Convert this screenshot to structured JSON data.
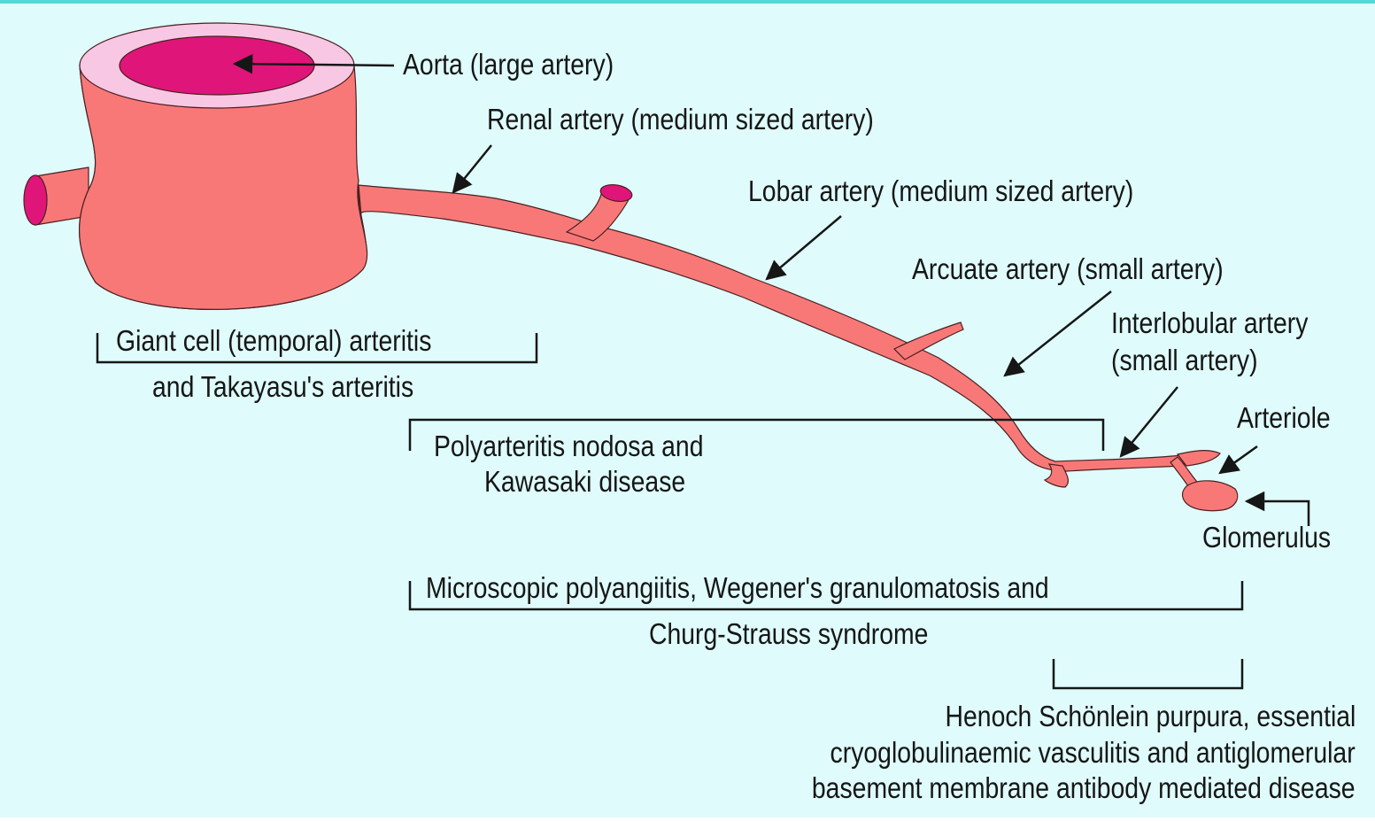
{
  "colors": {
    "background": "#dffbfb",
    "top_border": "#56d6d6",
    "vessel": "#f87878",
    "lumen": "#e0157a",
    "vessel_wall": "#f8c7e4",
    "ink": "#161616"
  },
  "vessels": {
    "aorta": "Aorta (large artery)",
    "renal": "Renal artery (medium sized artery)",
    "lobar": "Lobar artery (medium sized artery)",
    "arcuate": "Arcuate artery (small artery)",
    "interlobular_line1": "Interlobular artery",
    "interlobular_line2": "(small artery)",
    "arteriole": "Arteriole",
    "glomerulus": "Glomerulus"
  },
  "diseases": {
    "giant_cell_line1": "Giant cell (temporal) arteritis",
    "giant_cell_line2": "and Takayasu's arteritis",
    "polyarteritis_line1": "Polyarteritis nodosa and",
    "polyarteritis_line2": "Kawasaki disease",
    "microscopic_line1": "Microscopic polyangiitis, Wegener's granulomatosis and",
    "microscopic_line2": "Churg-Strauss syndrome",
    "henoch_line1": "Henoch Schönlein purpura, essential",
    "henoch_line2": "cryoglobulinaemic vasculitis and antiglomerular",
    "henoch_line3": "basement membrane antibody mediated disease"
  }
}
